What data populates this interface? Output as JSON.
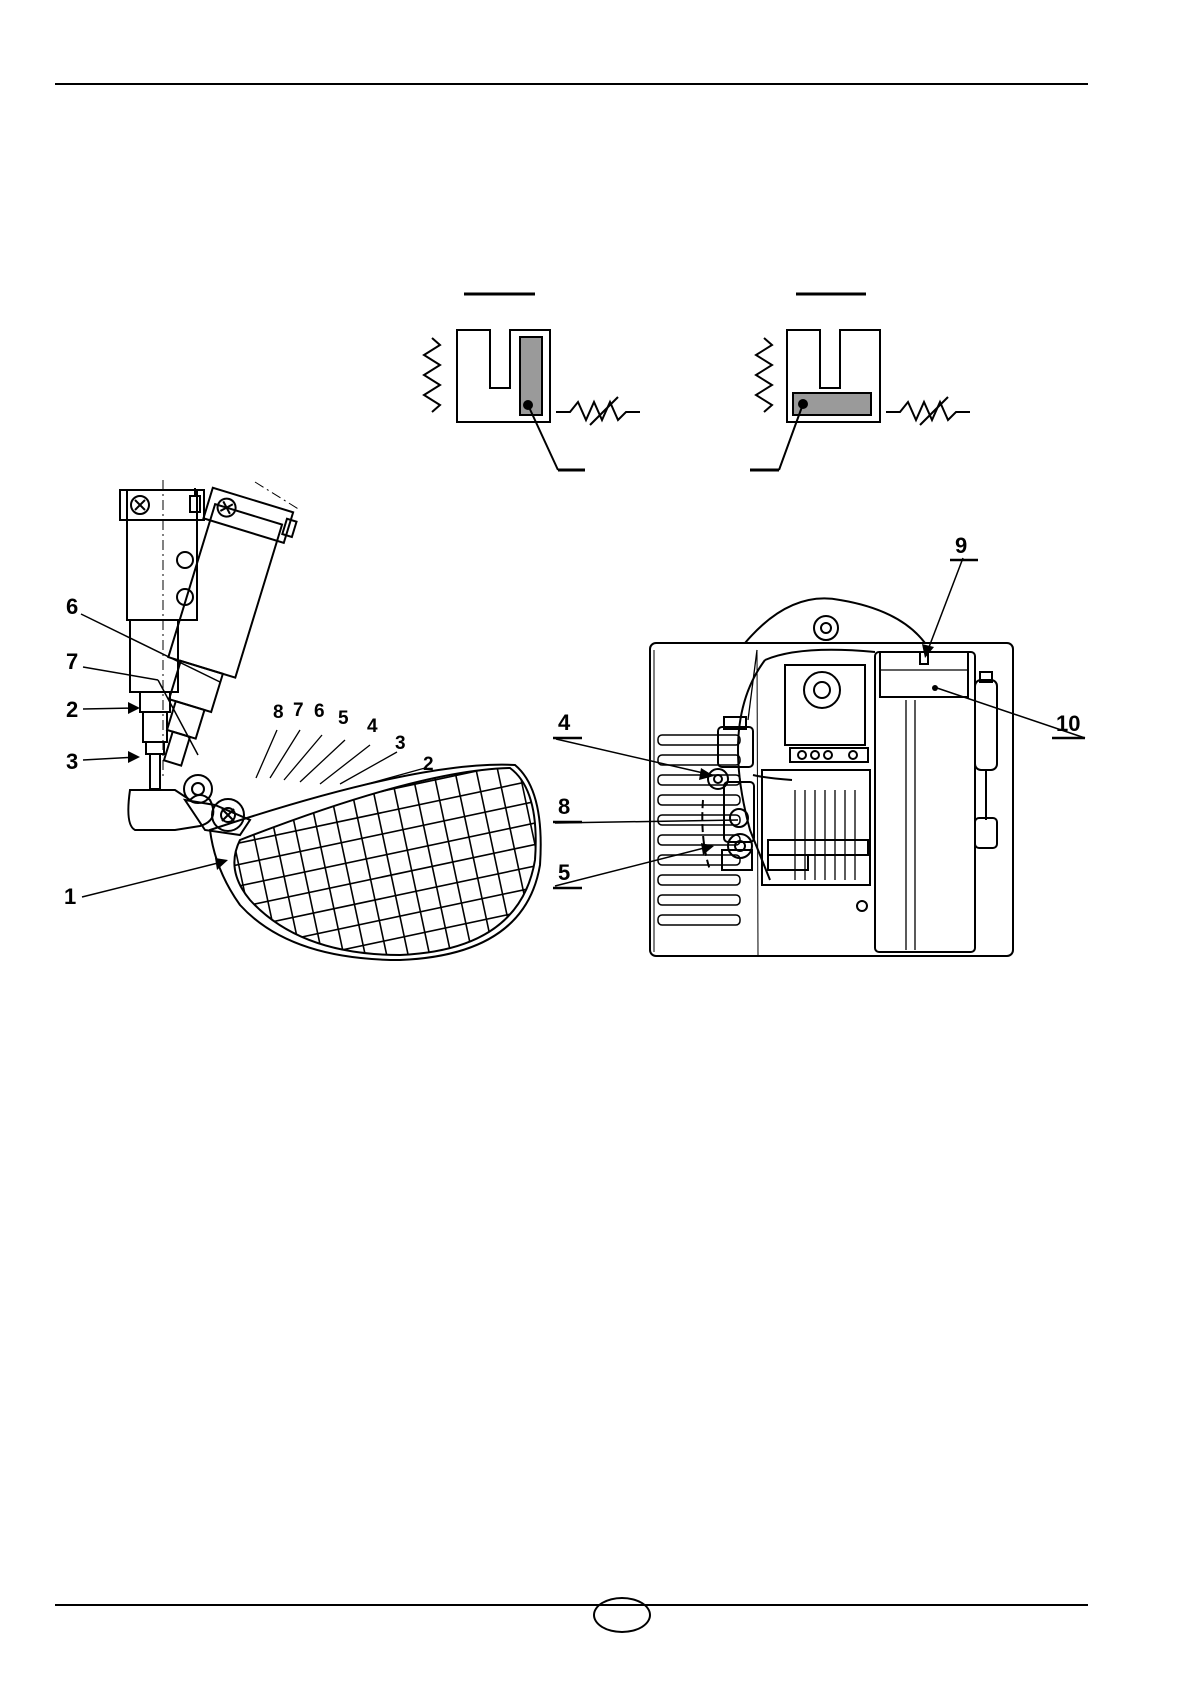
{
  "page": {
    "page_number": "",
    "header_text": "",
    "footer_text": ""
  },
  "figure_left": {
    "labels": {
      "l6": "6",
      "l7": "7",
      "l2": "2",
      "l3": "3",
      "l1": "1",
      "arc8": "8",
      "arc7": "7",
      "arc6": "6",
      "arc5": "5",
      "arc4": "4",
      "arc3": "3",
      "arc2": "2"
    }
  },
  "figure_right": {
    "labels": {
      "l4": "4",
      "l8": "8",
      "l5": "5",
      "l9": "9",
      "l10": "10"
    }
  },
  "schematics": {
    "left_title": "",
    "right_title": "",
    "left_caption": "",
    "right_caption": ""
  },
  "colors": {
    "ink": "#000000",
    "fill_gray": "#9a9a9a",
    "paper": "#ffffff"
  }
}
